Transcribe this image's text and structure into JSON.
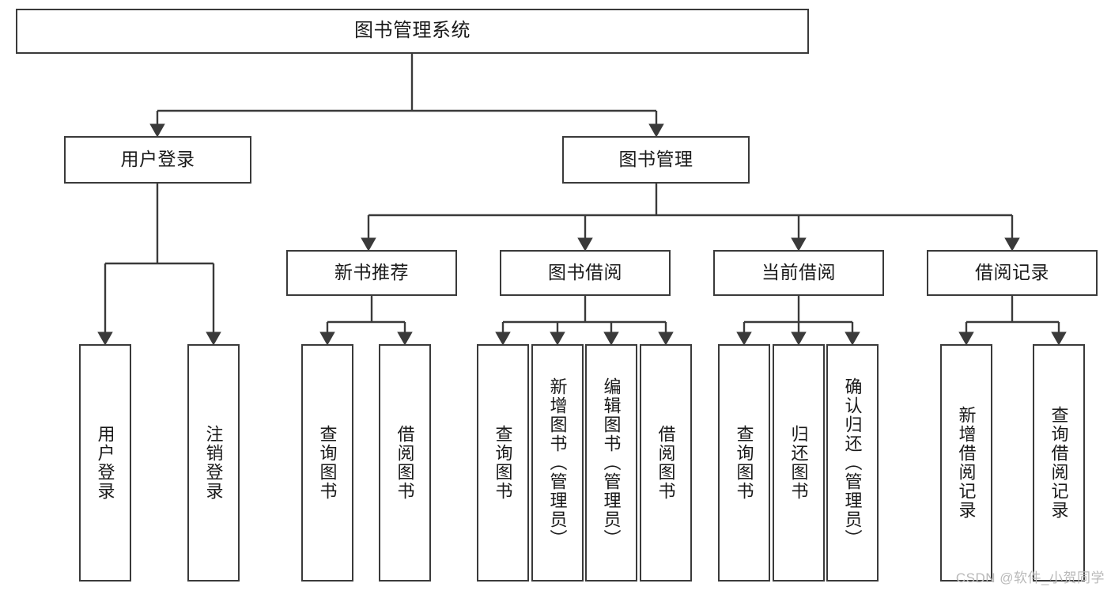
{
  "diagram": {
    "title": "图书管理系统",
    "type": "tree-hierarchy",
    "watermark": "CSDN @软件_小贺同学",
    "colors": {
      "background": "#ffffff",
      "node_border": "#3a3a3a",
      "node_fill": "#ffffff",
      "connector": "#3a3a3a",
      "text": "#1a1a1a",
      "watermark": "#b9b9b9"
    }
  },
  "nodes": {
    "root": {
      "label": "图书管理系统",
      "level": 1
    },
    "level2": [
      {
        "id": "user-login",
        "label": "用户登录"
      },
      {
        "id": "book-management",
        "label": "图书管理"
      }
    ],
    "level3": [
      {
        "id": "new-book-recommend",
        "label": "新书推荐"
      },
      {
        "id": "book-borrow",
        "label": "图书借阅"
      },
      {
        "id": "current-borrow",
        "label": "当前借阅"
      },
      {
        "id": "borrow-record",
        "label": "借阅记录"
      }
    ],
    "leaves": {
      "user-login": [
        {
          "id": "leaf-user-login",
          "label": "用户登录"
        },
        {
          "id": "leaf-logout",
          "label": "注销登录"
        }
      ],
      "new-book-recommend": [
        {
          "id": "leaf-query-book-1",
          "label": "查询图书"
        },
        {
          "id": "leaf-borrow-book-1",
          "label": "借阅图书"
        }
      ],
      "book-borrow": [
        {
          "id": "leaf-query-book-2",
          "label": "查询图书"
        },
        {
          "id": "leaf-add-book",
          "label": "新增图书（管理员）"
        },
        {
          "id": "leaf-edit-book",
          "label": "编辑图书（管理员）"
        },
        {
          "id": "leaf-borrow-book-2",
          "label": "借阅图书"
        }
      ],
      "current-borrow": [
        {
          "id": "leaf-query-book-3",
          "label": "查询图书"
        },
        {
          "id": "leaf-return-book",
          "label": "归还图书"
        },
        {
          "id": "leaf-confirm-return",
          "label": "确认归还（管理员）"
        }
      ],
      "borrow-record": [
        {
          "id": "leaf-add-record",
          "label": "新增借阅记录"
        },
        {
          "id": "leaf-query-record",
          "label": "查询借阅记录"
        }
      ]
    }
  }
}
